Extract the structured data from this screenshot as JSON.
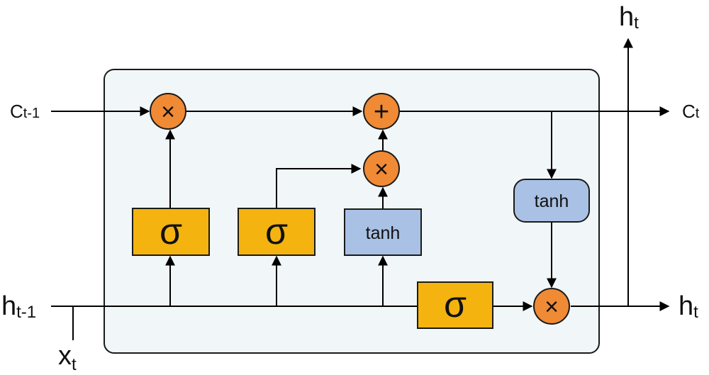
{
  "colors": {
    "cell_background": "#f1f7f8",
    "cell_border": "#1a1a1a",
    "sigmoid_fill": "#f4b30f",
    "tanh_fill": "#a9c1e4",
    "operator_fill": "#f08a35",
    "line": "#000000"
  },
  "inputs": {
    "cell_state_prev": {
      "main": "C",
      "sub": "t-1"
    },
    "hidden_prev": {
      "main": "h",
      "sub": "t-1"
    },
    "x": {
      "main": "x",
      "sub": "t"
    }
  },
  "outputs": {
    "cell_state": {
      "main": "C",
      "sub": "t"
    },
    "hidden_right": {
      "main": "h",
      "sub": "t"
    },
    "hidden_top": {
      "main": "h",
      "sub": "t"
    }
  },
  "gates": {
    "forget": {
      "label": "σ"
    },
    "input": {
      "label": "σ"
    },
    "candidate": {
      "label": "tanh"
    },
    "output": {
      "label": "σ"
    },
    "cell_tanh": {
      "label": "tanh"
    }
  },
  "operators": {
    "forget_multiply": "×",
    "add": "+",
    "input_multiply": "×",
    "output_multiply": "×"
  }
}
